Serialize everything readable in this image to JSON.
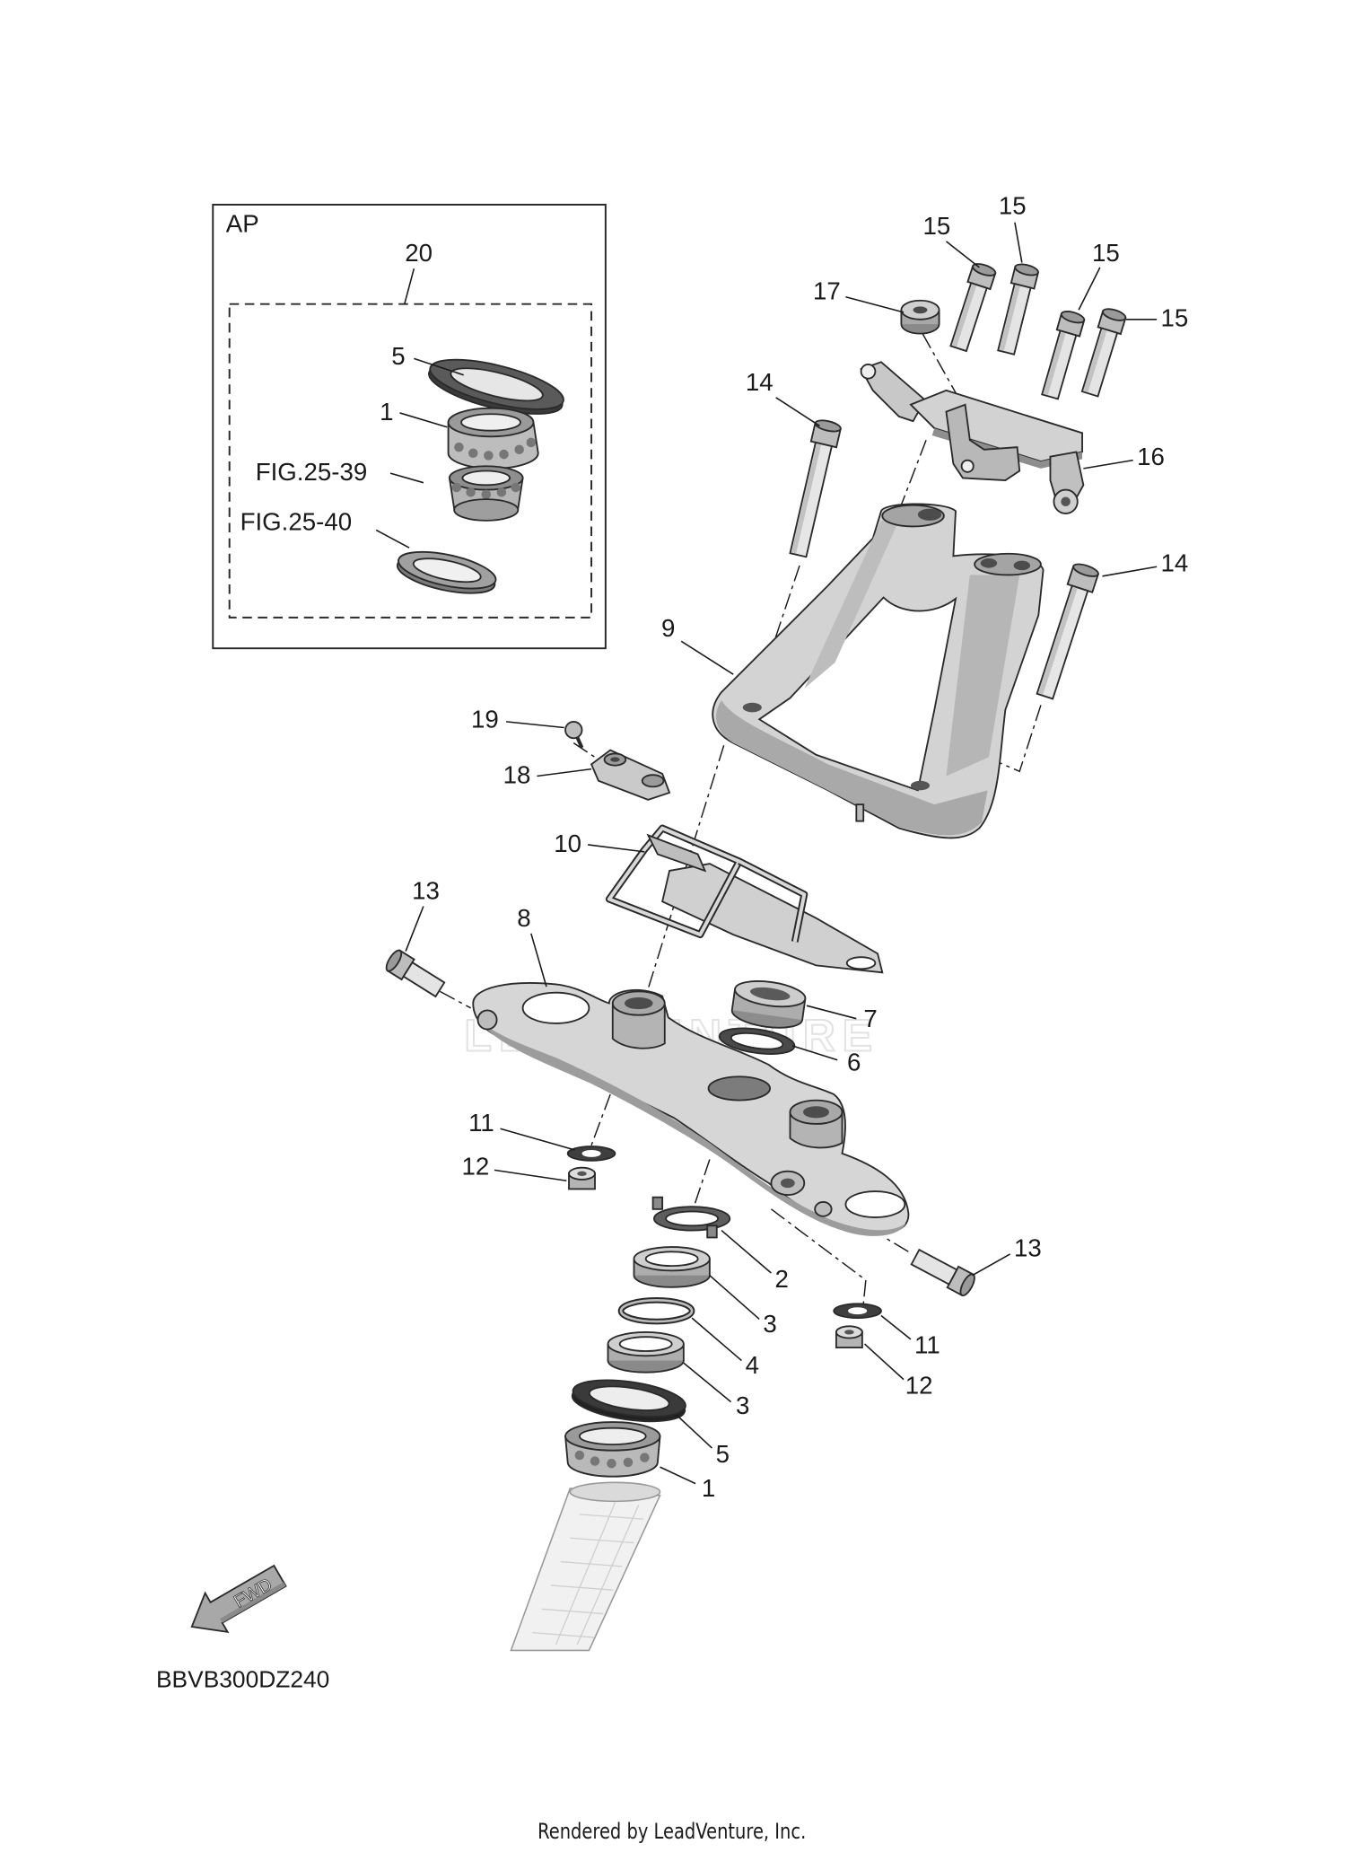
{
  "inset": {
    "title": "AP",
    "kit_number": "20",
    "washer_number": "5",
    "bearing_number": "1",
    "fig_ref_upper": "FIG.25-39",
    "fig_ref_lower": "FIG.25-40"
  },
  "callouts": {
    "part_15_a": "15",
    "part_15_b": "15",
    "part_15_c": "15",
    "part_15_d": "15",
    "part_17": "17",
    "part_14_left": "14",
    "part_16": "16",
    "part_14_right": "14",
    "part_9": "9",
    "part_19": "19",
    "part_18": "18",
    "part_10": "10",
    "part_13_left": "13",
    "part_8": "8",
    "part_7": "7",
    "part_6": "6",
    "part_11_left": "11",
    "part_12_left": "12",
    "part_2": "2",
    "part_13_right": "13",
    "part_3_upper": "3",
    "part_11_right": "11",
    "part_4": "4",
    "part_12_right": "12",
    "part_3_lower": "3",
    "part_5": "5",
    "part_1": "1"
  },
  "fwd_label": "FWD",
  "diagram_code": "BBVB300DZ240",
  "watermark": "LEADVENTURE",
  "footer": "Rendered by LeadVenture, Inc."
}
